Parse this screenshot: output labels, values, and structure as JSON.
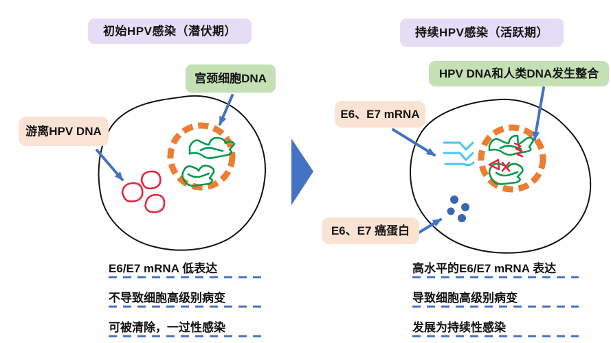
{
  "left_panel": {
    "header": "初始HPV感染（潜伏期）",
    "dna_label": "宫颈细胞DNA",
    "hpv_label": "游离HPV DNA",
    "notes": [
      "E6/E7 mRNA 低表达",
      "不导致细胞高级别病变",
      "可被清除，一过性感染"
    ]
  },
  "right_panel": {
    "header": "持续HPV感染（活跃期）",
    "integration_label": "HPV DNA和人类DNA发生整合",
    "mrna_label": "E6、E7 mRNA",
    "oncoprotein_label": "E6、E7 癌蛋白",
    "notes": [
      "高水平的E6/E7 mRNA 表达",
      "导致细胞高级别病变",
      "发展为持续性感染"
    ]
  },
  "colors": {
    "header_bg": "#E5DCF6",
    "green_label_bg": "#C5E0B4",
    "peach_label_bg": "#FBE3D3",
    "arrow_blue": "#4472C4",
    "nucleus_orange": "#ED7D31",
    "dna_green": "#009B48",
    "hpv_red": "#E8243C",
    "mrna_cyan": "#45C7EF",
    "oncoprotein_dot_blue": "#3A66B0",
    "underline_blue": "#4472C4"
  }
}
